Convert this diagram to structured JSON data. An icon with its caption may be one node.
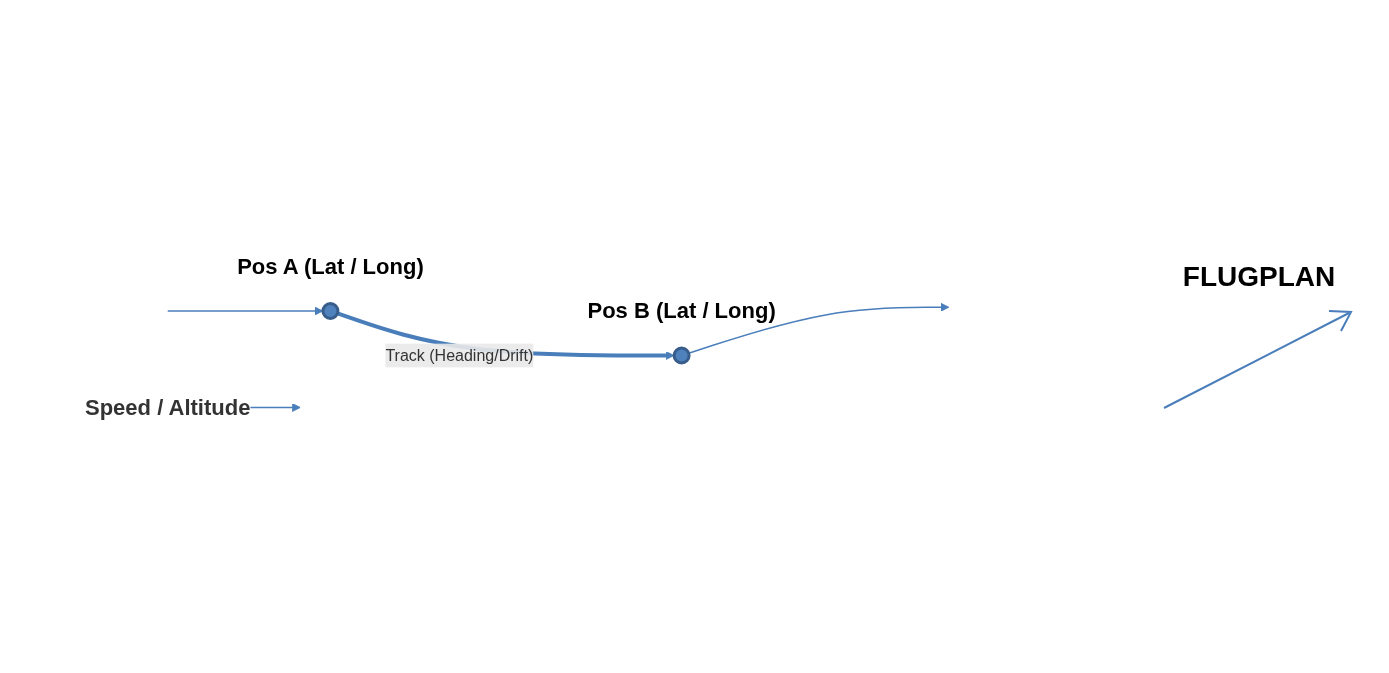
{
  "diagram": {
    "nodes": [
      {
        "text": [],
        "shape": "circle",
        "beside": [
          "Pos A (Lat / Long)"
        ]
      },
      {
        "text": [],
        "shape": "circle",
        "beside": [
          "Pos B (Lat / Long)"
        ]
      },
      {
        "text": [
          "Speed / Altitude"
        ]
      }
    ],
    "edges": [
      {
        "from": null,
        "to": 0,
        "arrow": "to"
      },
      {
        "from": 0,
        "to": 1,
        "arrow": "to",
        "style": "thick",
        "label": "Track (Heading/Drift)"
      },
      {
        "from": 1,
        "to": null,
        "arrow": "to"
      },
      {
        "from": 2,
        "to": null,
        "arrow": "to"
      }
    ],
    "labels": [
      "FLUGPLAN"
    ]
  }
}
